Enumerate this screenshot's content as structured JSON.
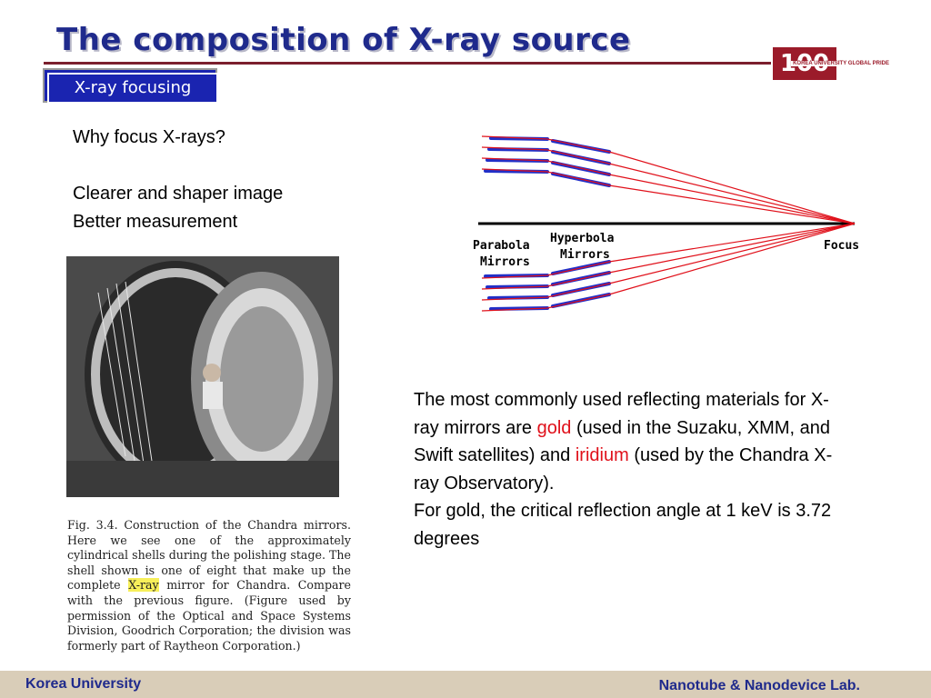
{
  "slide": {
    "title": "The composition of X-ray source",
    "section_tab": "X-ray focusing"
  },
  "logo": {
    "number": "100",
    "text": "KOREA UNIVERSITY GLOBAL PRIDE"
  },
  "intro": {
    "question": "Why focus X-rays?",
    "reason_1": "Clearer and shaper image",
    "reason_2": "Better measurement"
  },
  "diagram": {
    "label_parabola_1": "Parabola",
    "label_parabola_2": "Mirrors",
    "label_hyperbola_1": "Hyperbola",
    "label_hyperbola_2": "Mirrors",
    "label_focus": "Focus"
  },
  "caption": {
    "prefix": "Fig. 3.4.    Construction of the Chandra mirrors. Here we see one of the approximately cylindrical shells during the polishing stage. The shell shown is one of eight that make up the complete ",
    "highlight": "X-ray",
    "suffix": " mirror for Chandra. Compare with the previous figure. (Figure used by permission of the Optical and Space Systems Division, Goodrich Corporation; the division was formerly part of Raytheon Corporation.)"
  },
  "body": {
    "part1": "The most commonly used reflecting materials for X-ray mirrors are ",
    "gold": "gold",
    "part2": " (used in the Suzaku, XMM, and Swift satellites) and ",
    "iridium": "iridium",
    "part3": " (used by the Chandra X-ray Observatory).",
    "line2": "For gold, the critical reflection angle at 1 keV is 3.72 degrees"
  },
  "footer": {
    "left": "Korea University",
    "right": "Nanotube & Nanodevice Lab."
  },
  "colors": {
    "title": "#1f2a8c",
    "tab_background": "#1a24b0",
    "rule": "#7b1f2d",
    "highlight_red": "#e0101a",
    "footer_background": "#d9cdb8"
  }
}
